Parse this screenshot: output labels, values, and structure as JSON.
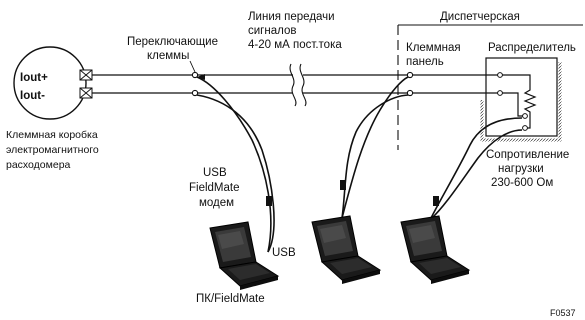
{
  "labels": {
    "iout_plus": "Iout+",
    "iout_minus": "Iout-",
    "flowmeter_box": [
      "Клеммная коробка",
      "электромагнитного",
      "расходомера"
    ],
    "switch_terminals": [
      "Переключающие",
      "клеммы"
    ],
    "signal_line": [
      "Линия передачи",
      "сигналов",
      "4-20 мА пост.тока"
    ],
    "control_room": "Диспетчерская",
    "terminal_panel": [
      "Клеммная",
      "панель"
    ],
    "distributor": "Распределитель",
    "load_resistance": [
      "Сопротивление",
      "нагрузки",
      "230-600 Ом"
    ],
    "usb_modem": [
      "USB",
      "FieldMate",
      "модем"
    ],
    "usb": "USB",
    "pc": "ПК/FieldMate",
    "figure_code": "F0537"
  },
  "colors": {
    "line": "#111111",
    "laptop_body": "#1a1a1a",
    "laptop_screen": "#3a3a3a",
    "background": "#ffffff"
  }
}
